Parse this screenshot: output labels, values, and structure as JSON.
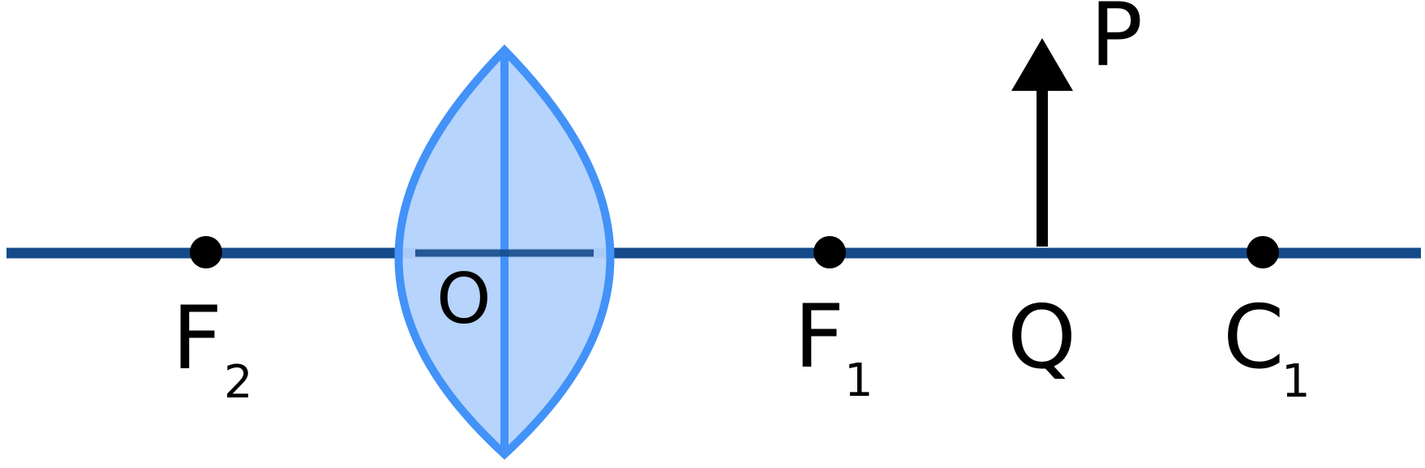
{
  "colors": {
    "background": "#ffffff",
    "principal_axis": "#154a8a",
    "lens_fill": "#b3d2fd",
    "lens_stroke": "#4292f8",
    "points": "#000000",
    "object_arrow": "#000000",
    "labels": "#000000"
  },
  "labels": {
    "focus_left": {
      "letter": "F",
      "subscript": "2"
    },
    "optical_centre": {
      "letter": "O"
    },
    "focus_right": {
      "letter": "F",
      "subscript": "1"
    },
    "object_base": {
      "letter": "Q"
    },
    "curvature_centre": {
      "letter": "C",
      "subscript": "1"
    },
    "object_tip": {
      "letter": "P"
    }
  }
}
